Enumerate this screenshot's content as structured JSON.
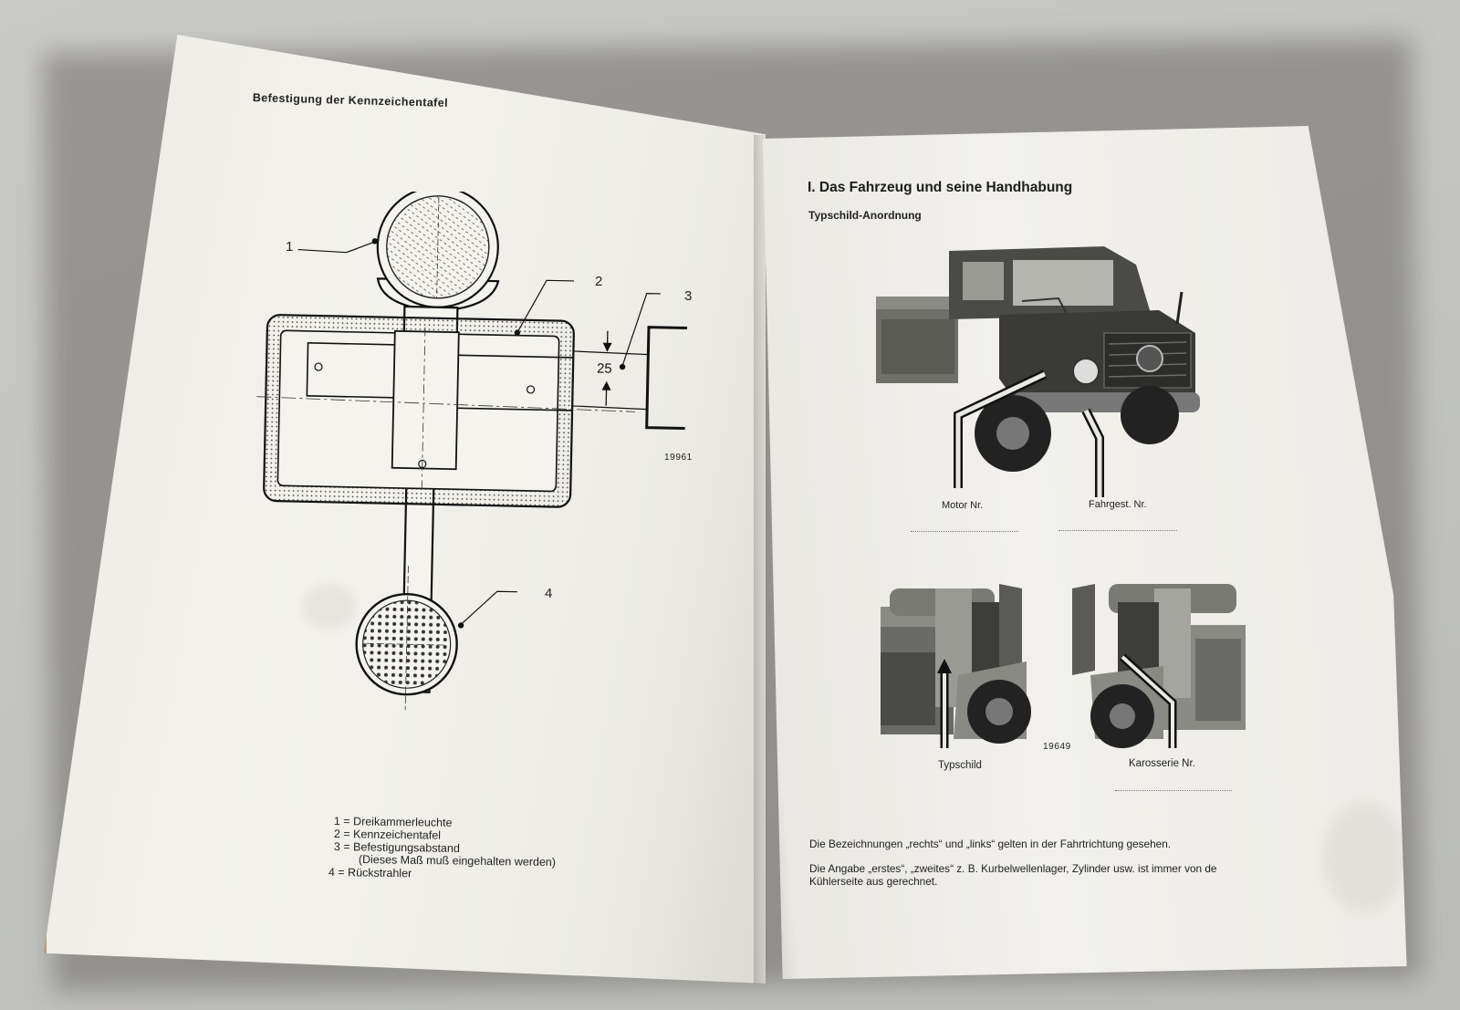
{
  "left_page": {
    "title": "Befestigung der Kennzeichentafel",
    "callouts": [
      "1",
      "2",
      "3",
      "4"
    ],
    "dimension": "25",
    "figure_number": "19961",
    "legend": [
      "1 = Dreikammerleuchte",
      "2 = Kennzeichentafel",
      "3 = Befestigungsabstand",
      "(Dieses Maß muß eingehalten werden)",
      "4 = Rückstrahler"
    ]
  },
  "right_page": {
    "heading": "I. Das Fahrzeug und seine Handhabung",
    "subheading": "Typschild-Anordnung",
    "top_photo_captions": {
      "left": "Motor Nr.",
      "right": "Fahrgest. Nr."
    },
    "bottom_photo_captions": {
      "left": "Typschild",
      "right": "Karosserie Nr."
    },
    "figure_number": "19649",
    "paragraphs": [
      "Die Bezeichnungen „rechts“ und „links“ gelten in der Fahrtrichtung gesehen.",
      "Die Angabe „erstes“, „zweites“ z. B. Kurbelwellenlager, Zylinder usw. ist immer von de",
      "Kühlerseite aus gerechnet."
    ]
  }
}
